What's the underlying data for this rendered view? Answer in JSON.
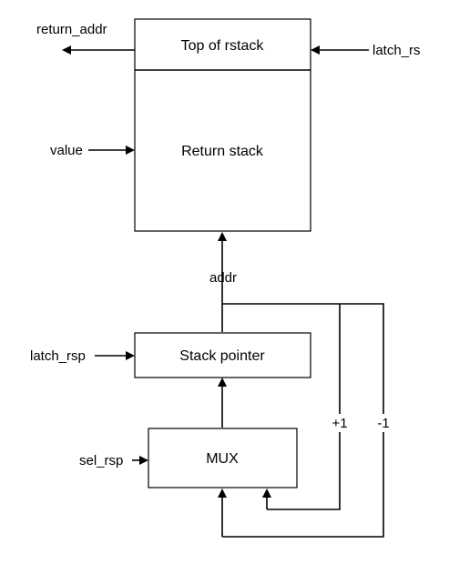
{
  "blocks": {
    "top_of_rstack": "Top of rstack",
    "return_stack": "Return stack",
    "stack_pointer": "Stack pointer",
    "mux": "MUX"
  },
  "signals": {
    "return_addr": "return_addr",
    "latch_rs": "latch_rs",
    "value": "value",
    "addr": "addr",
    "latch_rsp": "latch_rsp",
    "sel_rsp": "sel_rsp",
    "plus_one": "+1",
    "minus_one": "-1"
  },
  "colors": {
    "stroke": "#000000",
    "background": "#ffffff"
  }
}
